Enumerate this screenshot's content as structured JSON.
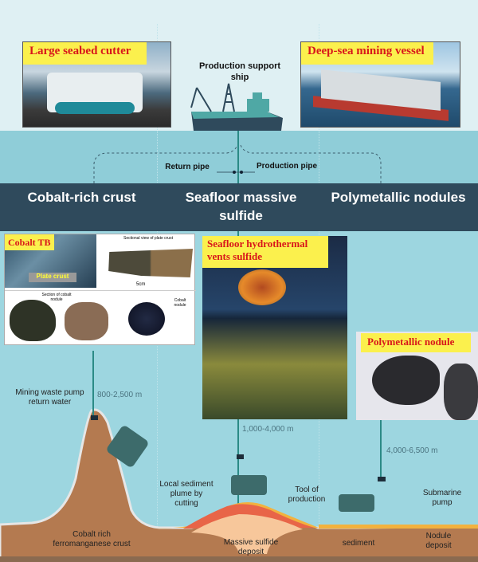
{
  "top": {
    "cutter_label": "Large seabed cutter",
    "vessel_label": "Deep-sea mining vessel",
    "ship_label": "Production support ship",
    "return_pipe": "Return pipe",
    "production_pipe": "Production pipe"
  },
  "categories": [
    "Cobalt-rich crust",
    "Seafloor massive sulfide",
    "Polymetallic nodules"
  ],
  "panels": {
    "cobalt_title": "Cobalt TB",
    "plate_crust": "Plate crust",
    "sectional_view": "Sectional view of plate crust",
    "section_nodule": "Section of cobalt nodule",
    "cobalt_nodule": "Cobalt nodule",
    "scale": "5cm",
    "hydro_title": "Seafloor hydrothermal vents sulfide",
    "nodule_title": "Polymetallic nodule"
  },
  "depths": [
    "800-2,500  m",
    "1,000-4,000  m",
    "4,000-6,500  m"
  ],
  "labels": {
    "waste": "Mining waste pump return water",
    "plume": "Local sediment plume by cutting",
    "tool": "Tool of production",
    "pump": "Submarine pump",
    "crust": "Cobalt rich ferromanganese crust",
    "sulfide": "Massive sulfide deposit",
    "sediment": "sediment",
    "nodule_deposit": "Nodule deposit"
  }
}
